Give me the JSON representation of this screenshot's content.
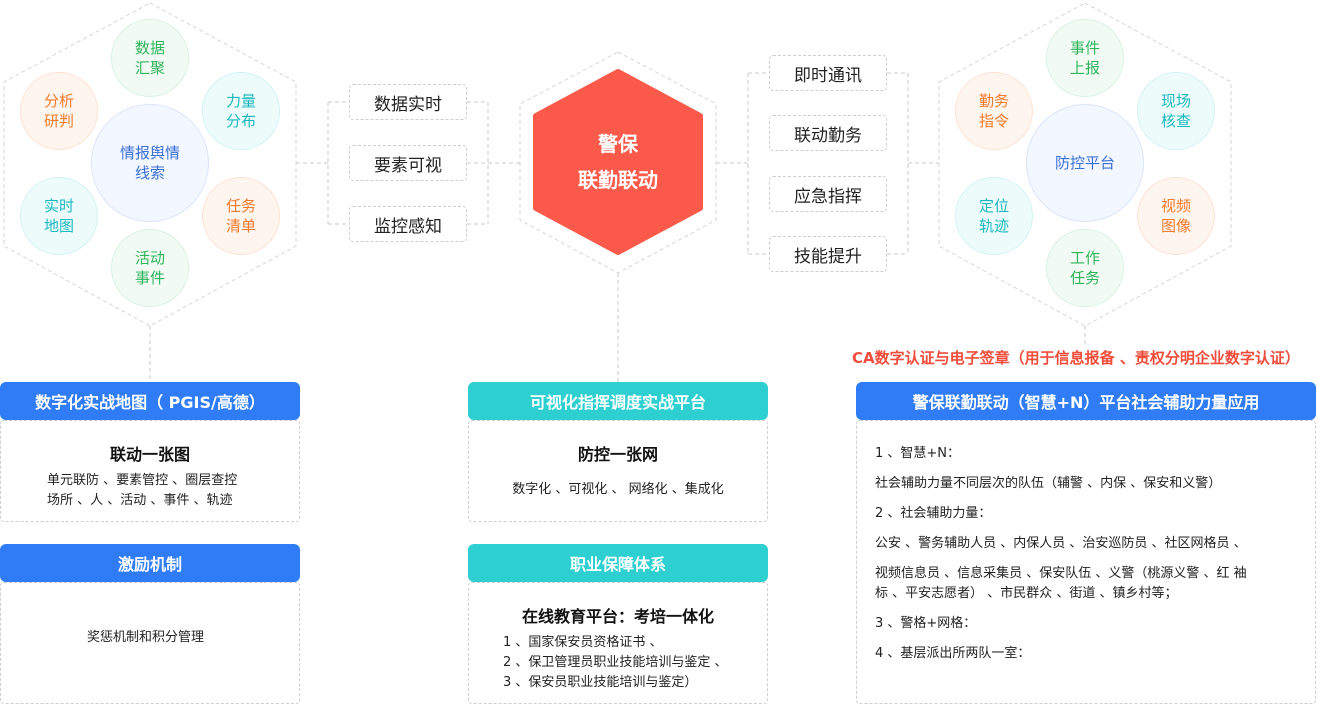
{
  "left_cluster": {
    "center": "情报舆情\n线索",
    "nodes": [
      {
        "label": "数据\n汇聚",
        "tone": "green"
      },
      {
        "label": "力量\n分布",
        "tone": "teal"
      },
      {
        "label": "任务\n清单",
        "tone": "orange"
      },
      {
        "label": "活动\n事件",
        "tone": "green"
      },
      {
        "label": "实时\n地图",
        "tone": "teal"
      },
      {
        "label": "分析\n研判",
        "tone": "orange"
      }
    ]
  },
  "left_boxes": [
    "数据实时",
    "要素可视",
    "监控感知"
  ],
  "center_hub": {
    "line1": "警保",
    "line2": "联勤联动",
    "color": "#fb5a4a"
  },
  "right_boxes": [
    "即时通讯",
    "联动勤务",
    "应急指挥",
    "技能提升"
  ],
  "right_cluster": {
    "center": "防控平台",
    "nodes": [
      {
        "label": "事件\n上报",
        "tone": "green"
      },
      {
        "label": "现场\n核查",
        "tone": "teal"
      },
      {
        "label": "视频\n图像",
        "tone": "orange"
      },
      {
        "label": "工作\n任务",
        "tone": "green"
      },
      {
        "label": "定位\n轨迹",
        "tone": "teal"
      },
      {
        "label": "勤务\n指令",
        "tone": "orange"
      }
    ]
  },
  "ca_note": "CA数字认证与电子签章（用于信息报备 、责权分明企业数字认证）",
  "panel_map": {
    "header": "数字化实战地图（ PGIS/高德）",
    "title": "联动一张图",
    "lines": [
      "单元联防 、要素管控 、圈层查控",
      "场所 、人 、活动 、事件 、轨迹"
    ]
  },
  "panel_incentive": {
    "header": "激励机制",
    "text": "奖惩机制和积分管理"
  },
  "panel_visual": {
    "header": "可视化指挥调度实战平台",
    "title": "防控一张网",
    "text": "数字化 、可视化 、 网络化 、集成化"
  },
  "panel_career": {
    "header": "职业保障体系",
    "title": "在线教育平台：考培一体化",
    "lines": [
      "1 、国家保安员资格证书 、",
      "2 、保卫管理员职业技能培训与鉴定 、",
      "3 、保安员职业技能培训与鉴定）"
    ]
  },
  "panel_social": {
    "header": "警保联勤联动（智慧+N）平台社会辅助力量应用",
    "lines": [
      "1 、智慧+N：",
      "社会辅助力量不同层次的队伍（辅警 、内保 、保安和义警）",
      "2 、社会辅助力量：",
      "公安 、警务辅助人员 、内保人员 、治安巡防员 、社区网格员 、",
      "视频信息员 、信息采集员 、保安队伍 、义警（桃源义警 、红      袖",
      "标 、平安志愿者）  、市民群众 、街道 、镇乡村等；",
      "3 、警格+网格：",
      "4 、基层派出所两队一室："
    ]
  },
  "colors": {
    "blue": "#2f7cf6",
    "teal": "#2ecfd0",
    "red": "#fb5a4a",
    "note_red": "#f04d3c"
  }
}
